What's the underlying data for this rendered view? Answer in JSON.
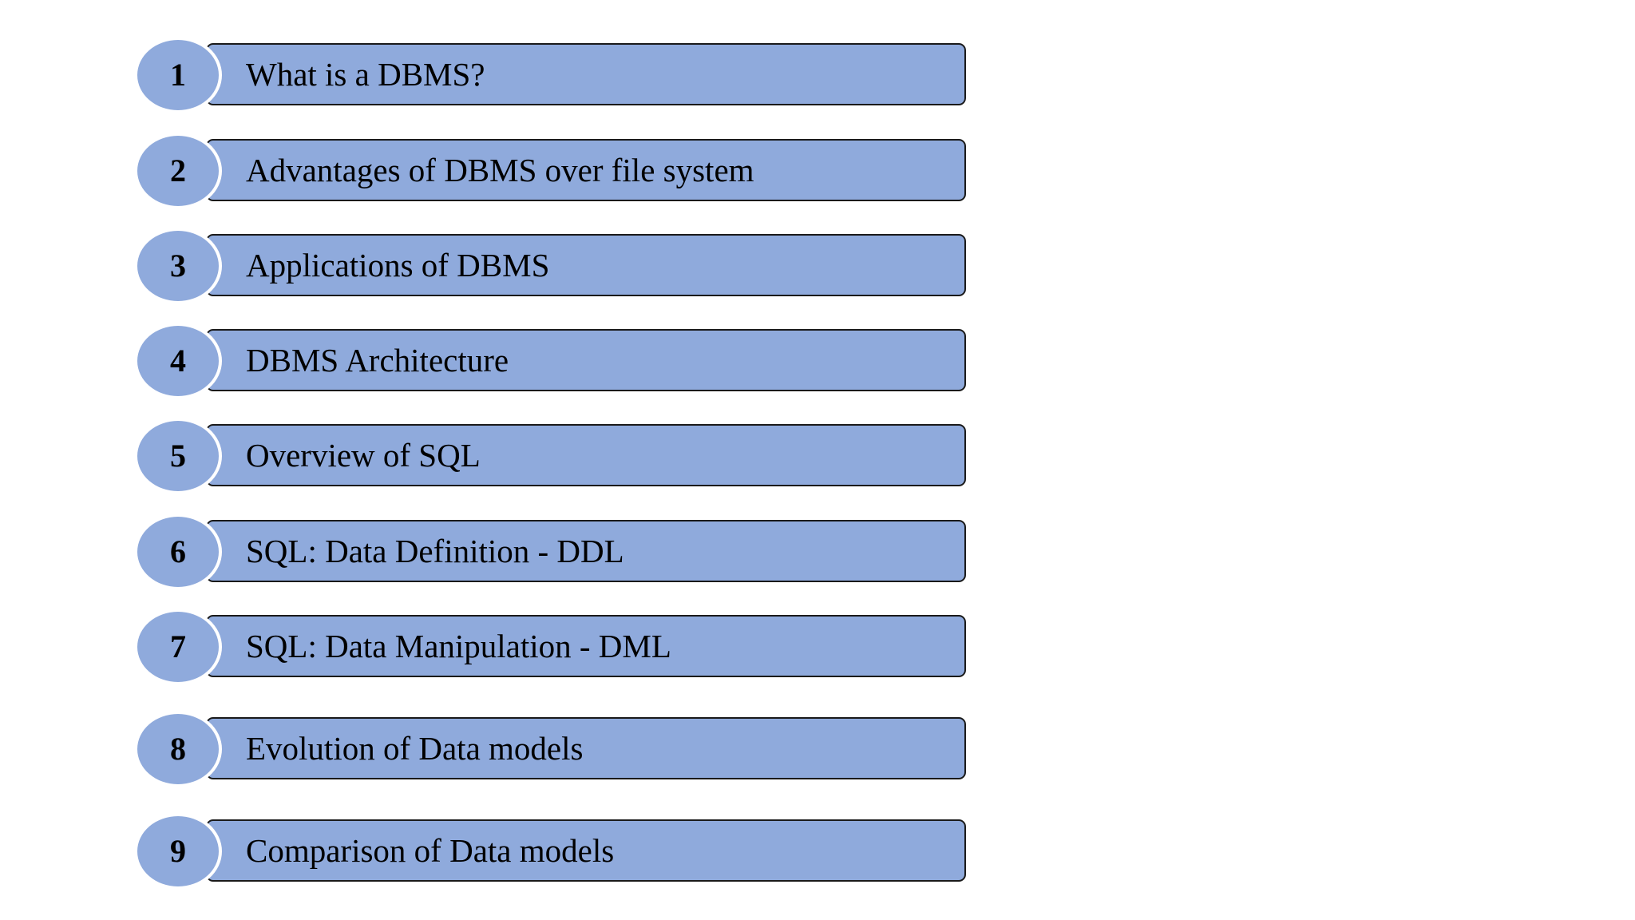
{
  "agenda": {
    "items": [
      {
        "number": "1",
        "label": "What is a DBMS?"
      },
      {
        "number": "2",
        "label": "Advantages of DBMS over file system"
      },
      {
        "number": "3",
        "label": "Applications of DBMS"
      },
      {
        "number": "4",
        "label": "DBMS Architecture"
      },
      {
        "number": "5",
        "label": "Overview of SQL"
      },
      {
        "number": "6",
        "label": "SQL: Data Definition - DDL"
      },
      {
        "number": "7",
        "label": "SQL: Data Manipulation - DML"
      },
      {
        "number": "8",
        "label": "Evolution of Data models"
      },
      {
        "number": "9",
        "label": "Comparison of Data models"
      }
    ]
  },
  "colors": {
    "fill": "#8faadc",
    "border": "#1a1a1a",
    "text": "#000000",
    "background": "#ffffff"
  }
}
